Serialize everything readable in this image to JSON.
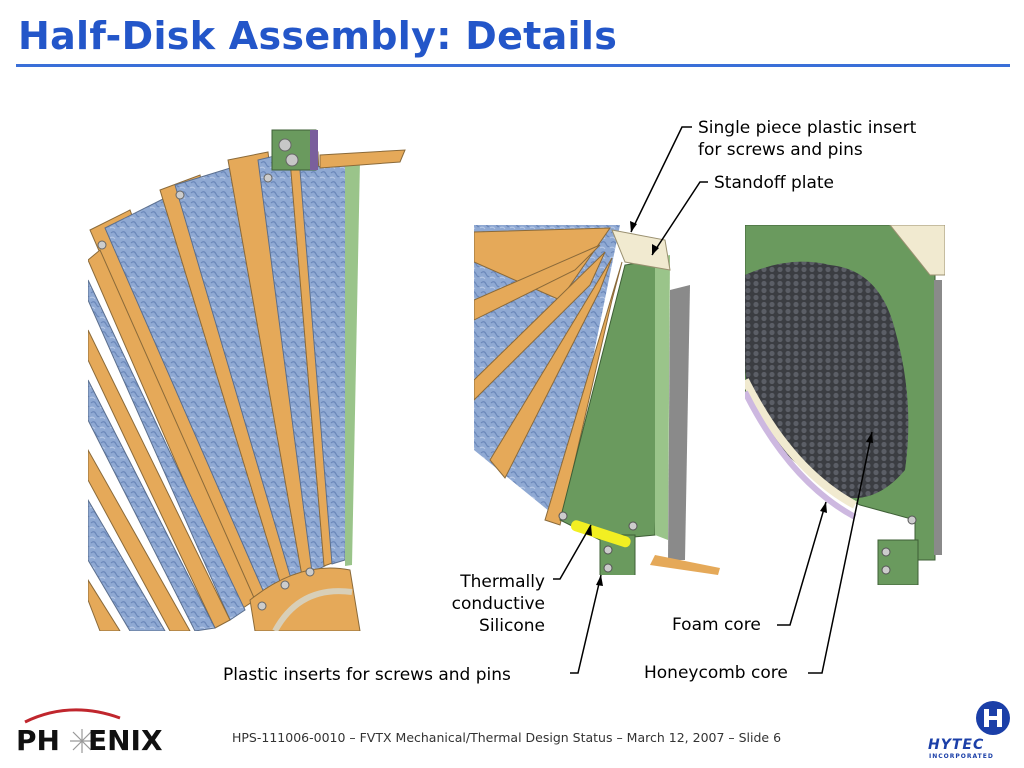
{
  "slide": {
    "title": "Half-Disk Assembly: Details",
    "footer": "HPS-111006-0010 – FVTX Mechanical/Thermal Design Status – March 12, 2007 – Slide 6"
  },
  "callouts": {
    "plastic_insert": [
      "Single piece plastic insert",
      "for screws and pins"
    ],
    "standoff_plate": "Standoff plate",
    "thermally_conductive": [
      "Thermally",
      "conductive",
      "Silicone"
    ],
    "plastic_inserts_screws": "Plastic inserts for screws and pins",
    "foam_core": "Foam core",
    "honeycomb_core": "Honeycomb core"
  },
  "logos": {
    "left": {
      "part1": "PH",
      "part2": "ENIX"
    },
    "right": {
      "text": "HYTEC",
      "sub": "INCORPORATED"
    }
  },
  "colors": {
    "title": "#2356c9",
    "sensor_blue": "#8fa9d3",
    "frame_orange": "#e5a959",
    "board_green": "#6a9a5e",
    "silicone_yellow": "#f2ef22"
  }
}
